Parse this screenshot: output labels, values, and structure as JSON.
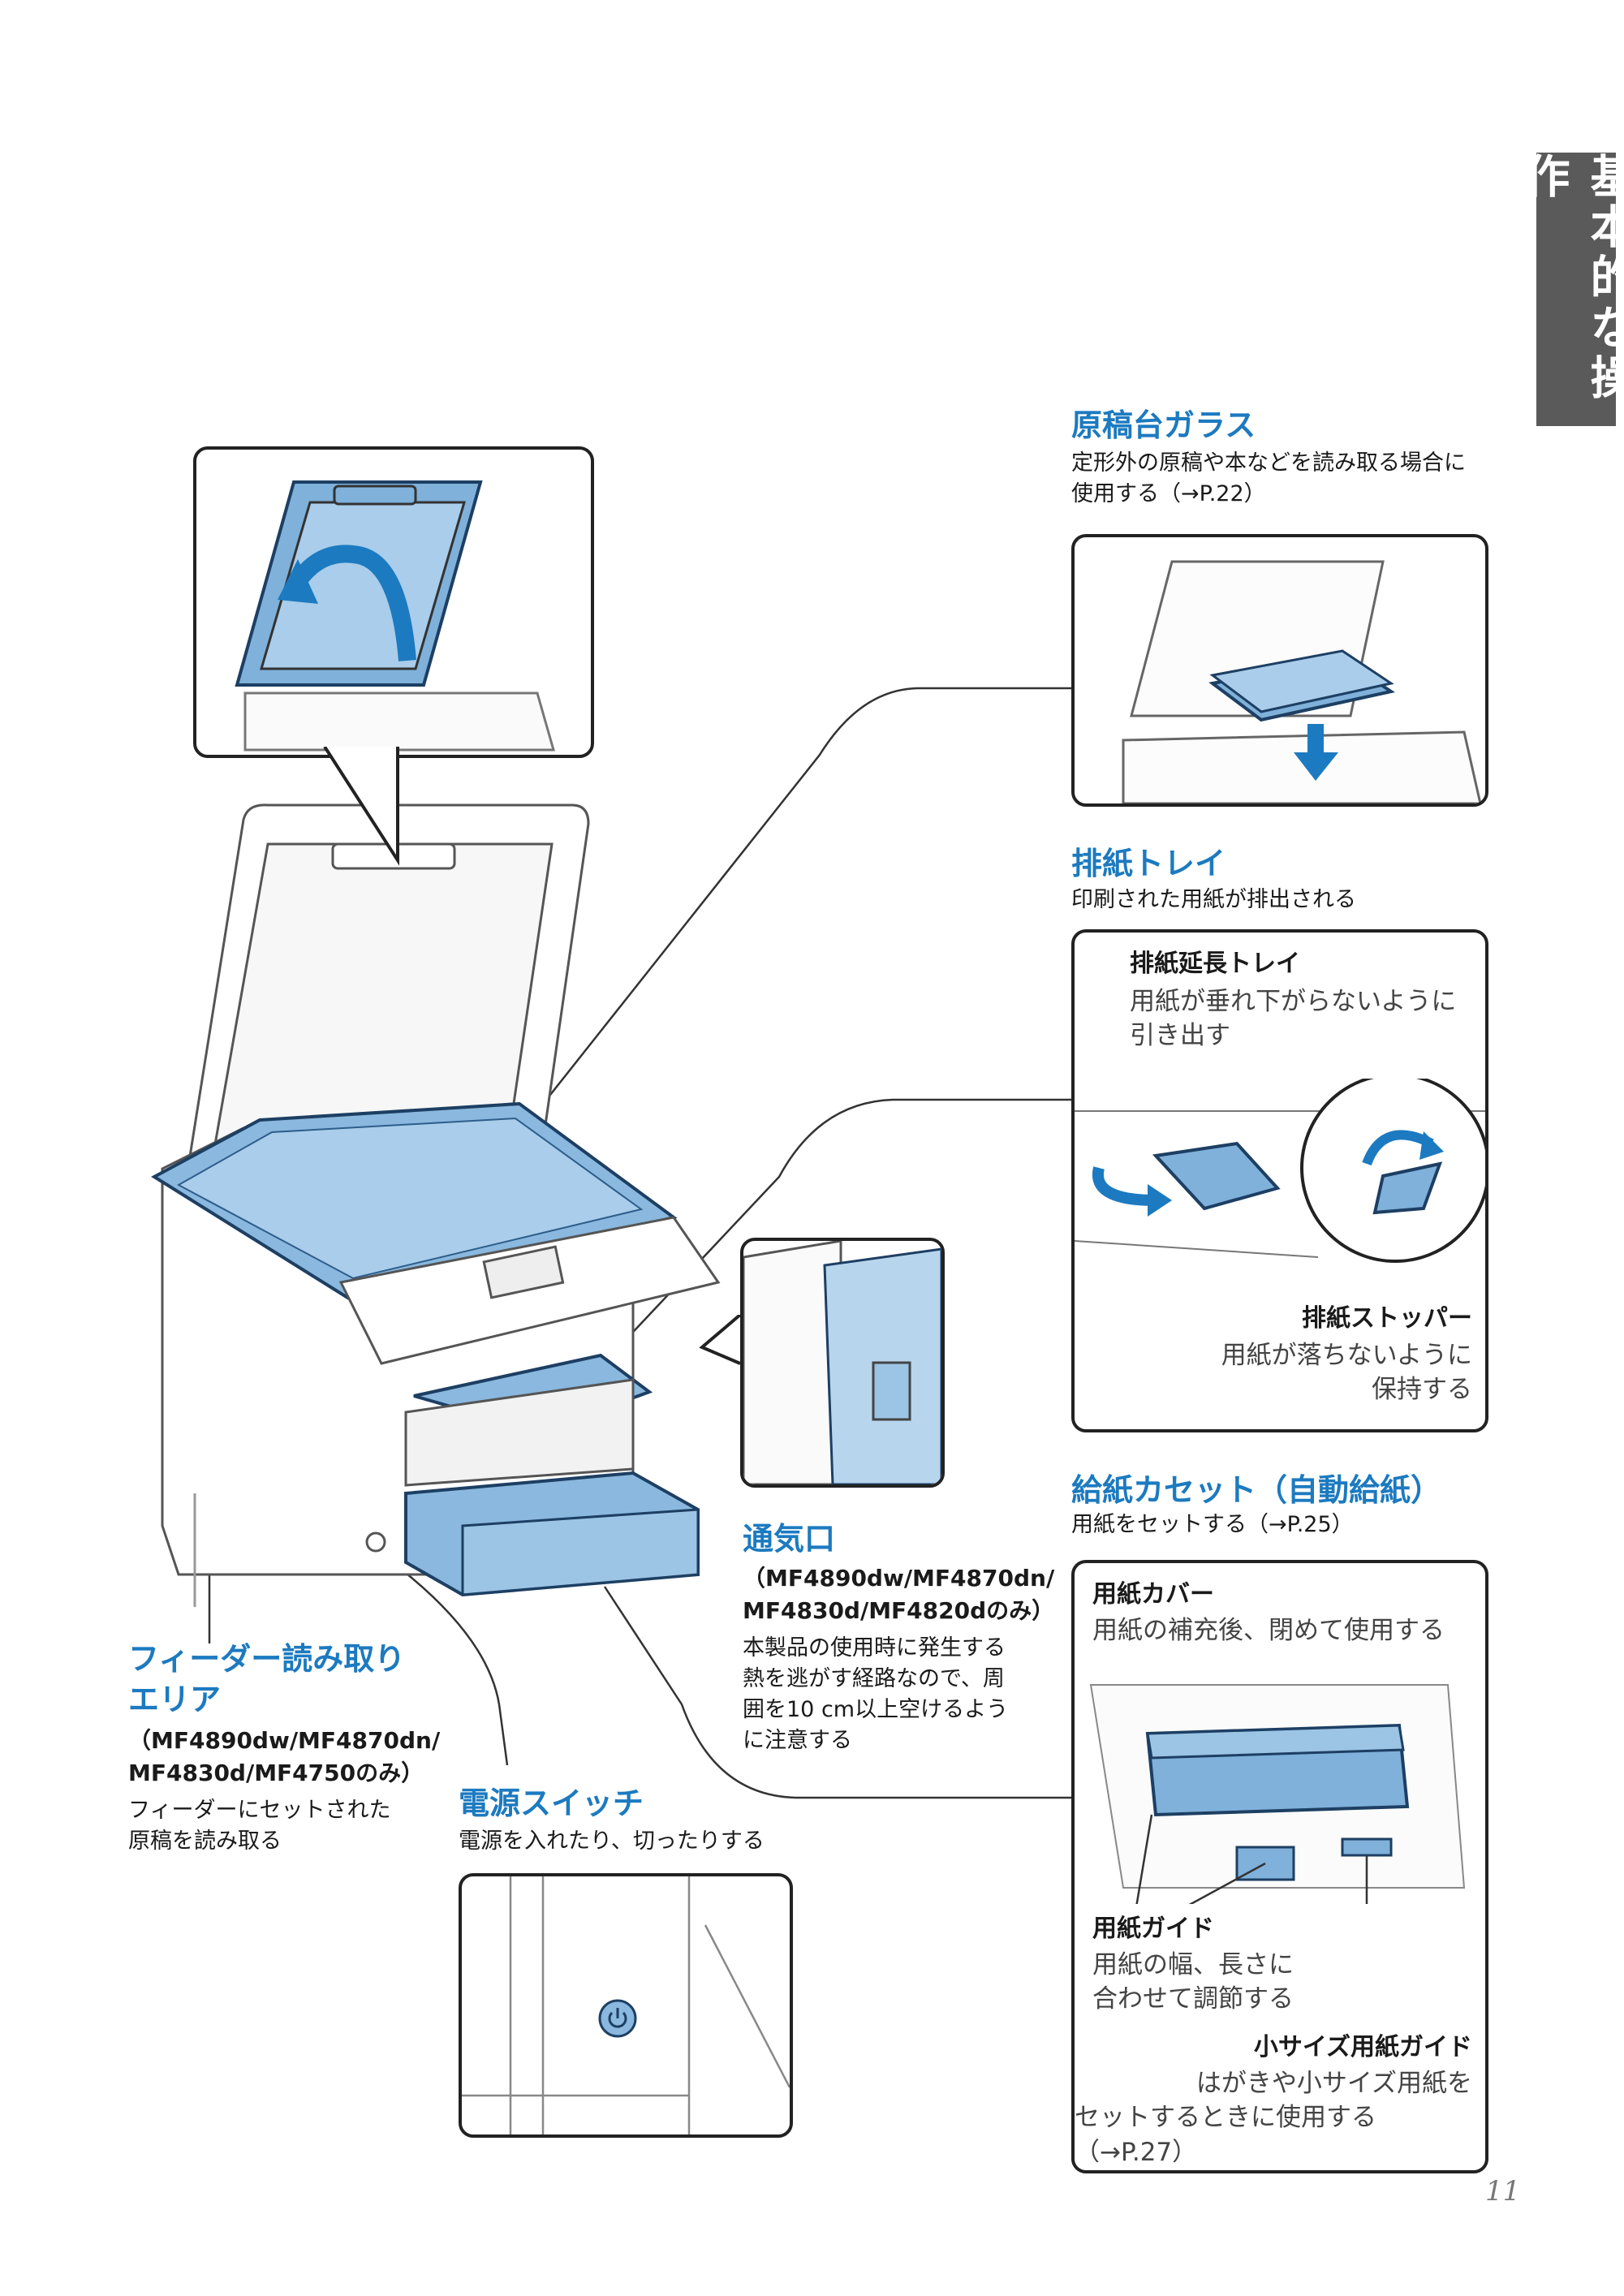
{
  "side_tab": {
    "label": "基本的な操作"
  },
  "page_number": "11",
  "callouts": {
    "glass": {
      "title": "原稿台ガラス",
      "desc_line1": "定形外の原稿や本などを読み取る場合に",
      "desc_line2": "使用する（→P.22）"
    },
    "output_tray": {
      "title": "排紙トレイ",
      "desc": "印刷された用紙が排出される",
      "extension": {
        "title": "排紙延長トレイ",
        "desc_line1": "用紙が垂れ下がらないように",
        "desc_line2": "引き出す"
      },
      "stopper": {
        "title": "排紙ストッパー",
        "desc_line1": "用紙が落ちないように",
        "desc_line2": "保持する"
      }
    },
    "cassette": {
      "title": "給紙カセット（自動給紙）",
      "desc": "用紙をセットする（→P.25）",
      "cover": {
        "title": "用紙カバー",
        "desc": "用紙の補充後、閉めて使用する"
      },
      "guides": {
        "title": "用紙ガイド",
        "desc_line1": "用紙の幅、長さに",
        "desc_line2": "合わせて調節する"
      },
      "small_guide": {
        "title": "小サイズ用紙ガイド",
        "desc_line1": "はがきや小サイズ用紙を",
        "desc_line2": "セットするときに使用する（→P.27）"
      }
    },
    "vent": {
      "title": "通気口",
      "models_line1": "（MF4890dw/MF4870dn/",
      "models_line2": "MF4830d/MF4820dのみ）",
      "desc_line1": "本製品の使用時に発生する",
      "desc_line2": "熱を逃がす経路なので、周",
      "desc_line3": "囲を10 cm以上空けるよう",
      "desc_line4": "に注意する"
    },
    "feeder": {
      "title_line1": "フィーダー読み取り",
      "title_line2": "エリア",
      "models_line1": "（MF4890dw/MF4870dn/",
      "models_line2": "MF4830d/MF4750のみ）",
      "desc_line1": "フィーダーにセットされた",
      "desc_line2": "原稿を読み取る"
    },
    "power": {
      "title": "電源スイッチ",
      "desc": "電源を入れたり、切ったりする"
    }
  },
  "colors": {
    "accent_blue": "#1c7ac0",
    "part_fill": "#8ab8de",
    "side_tab": "#5a5a5a"
  },
  "icons": [
    "power-icon",
    "rotate-arrow-icon",
    "down-arrow-icon"
  ]
}
